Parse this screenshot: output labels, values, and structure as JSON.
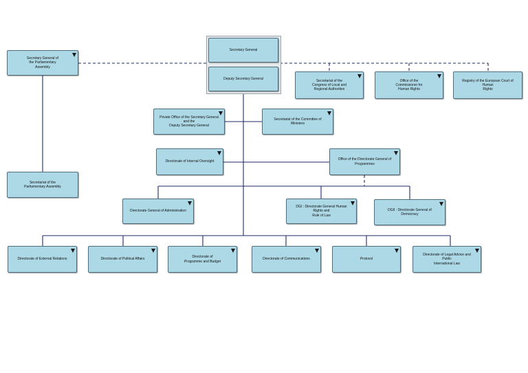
{
  "units": {
    "secretary_general": {
      "label": "Secretary General"
    },
    "deputy_secretary_general": {
      "label": "Deputy Secretary General"
    },
    "sg_parliamentary_assembly": {
      "label": "Secretary General of\nthe Parliamentary\nAssembly"
    },
    "secretariat_parliamentary_assembly": {
      "label": "Secretariat of the\nParliamentary Assembly"
    },
    "secretariat_congress": {
      "label": "Secretariat of the\nCongress of Local and\nRegional Authorities"
    },
    "commissioner_human_rights": {
      "label": "Office of the\nCommissioner for\nHuman Rights"
    },
    "registry_ecthr": {
      "label": "Registry of the European Court of Human\nRights"
    },
    "private_office": {
      "label": "Private Office of the Secretary General and the\nDeputy Secretary General"
    },
    "committee_ministers": {
      "label": "Secretariat of the Committee of Ministers"
    },
    "internal_oversight": {
      "label": "Directorate of Internal Oversight"
    },
    "dg_programmes": {
      "label": "Office of the Directorate General of\nProgrammes"
    },
    "dg_administration": {
      "label": "Directorate General of Administration"
    },
    "dg_human_rights": {
      "label": "DGI : Directorate General Human Rights and\nRule of Law"
    },
    "dg_democracy": {
      "label": "DGII : Directorate General of Democracy"
    },
    "external_relations": {
      "label": "Directorate of External Relations"
    },
    "political_affairs": {
      "label": "Directorate of Political Affairs"
    },
    "programme_budget": {
      "label": "Directorate of\nProgramme and Budget"
    },
    "communications": {
      "label": "Directorate of Communications"
    },
    "protocol": {
      "label": "Protocol"
    },
    "legal_advice": {
      "label": "Directorate of Legal Advice and Public\nInternational Law"
    }
  },
  "icons": {
    "expand": "expand-triangle-icon"
  },
  "colors": {
    "box_fill": "#add8e6",
    "box_border": "#4f6d7c",
    "connector": "#1f2a6b"
  }
}
